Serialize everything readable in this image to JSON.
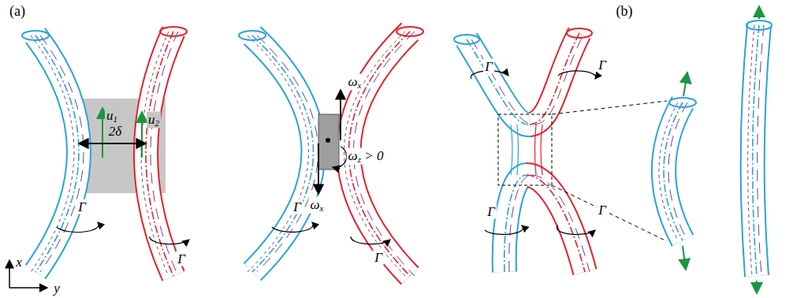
{
  "diagram": {
    "labels": [
      "(a)",
      "u1",
      "u2",
      "2δ",
      "Γ",
      "Γ",
      "ωx",
      "ωz > 0",
      "ωx",
      "Γ",
      "Γ",
      "Γ",
      "Γ",
      "Γ",
      "Γ",
      "(b)",
      "x",
      "y"
    ]
  }
}
